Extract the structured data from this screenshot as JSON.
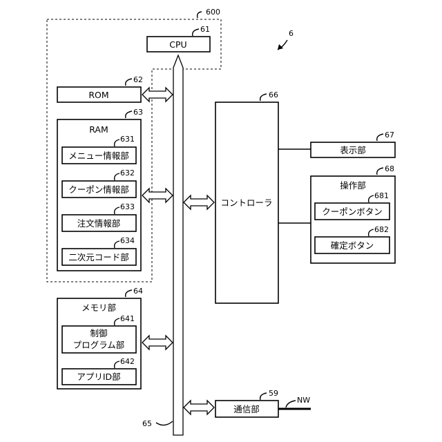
{
  "diagram_ref": "6",
  "dashed_group_ref": "600",
  "cpu": {
    "label": "CPU",
    "ref": "61"
  },
  "rom": {
    "label": "ROM",
    "ref": "62"
  },
  "ram": {
    "label": "RAM",
    "ref": "63",
    "items": [
      {
        "label": "メニュー情報部",
        "ref": "631"
      },
      {
        "label": "クーポン情報部",
        "ref": "632"
      },
      {
        "label": "注文情報部",
        "ref": "633"
      },
      {
        "label": "二次元コード部",
        "ref": "634"
      }
    ]
  },
  "memory": {
    "label": "メモリ部",
    "ref": "64",
    "items": [
      {
        "label_line1": "制御",
        "label_line2": "プログラム部",
        "ref": "641"
      },
      {
        "label": "アプリID部",
        "ref": "642"
      }
    ]
  },
  "bus": {
    "ref": "65"
  },
  "controller": {
    "label": "コントローラ",
    "ref": "66"
  },
  "display": {
    "label": "表示部",
    "ref": "67"
  },
  "operation": {
    "label": "操作部",
    "ref": "68",
    "items": [
      {
        "label": "クーポンボタン",
        "ref": "681"
      },
      {
        "label": "確定ボタン",
        "ref": "682"
      }
    ]
  },
  "communication": {
    "label": "通信部",
    "ref": "59"
  },
  "network": {
    "label": "NW"
  }
}
